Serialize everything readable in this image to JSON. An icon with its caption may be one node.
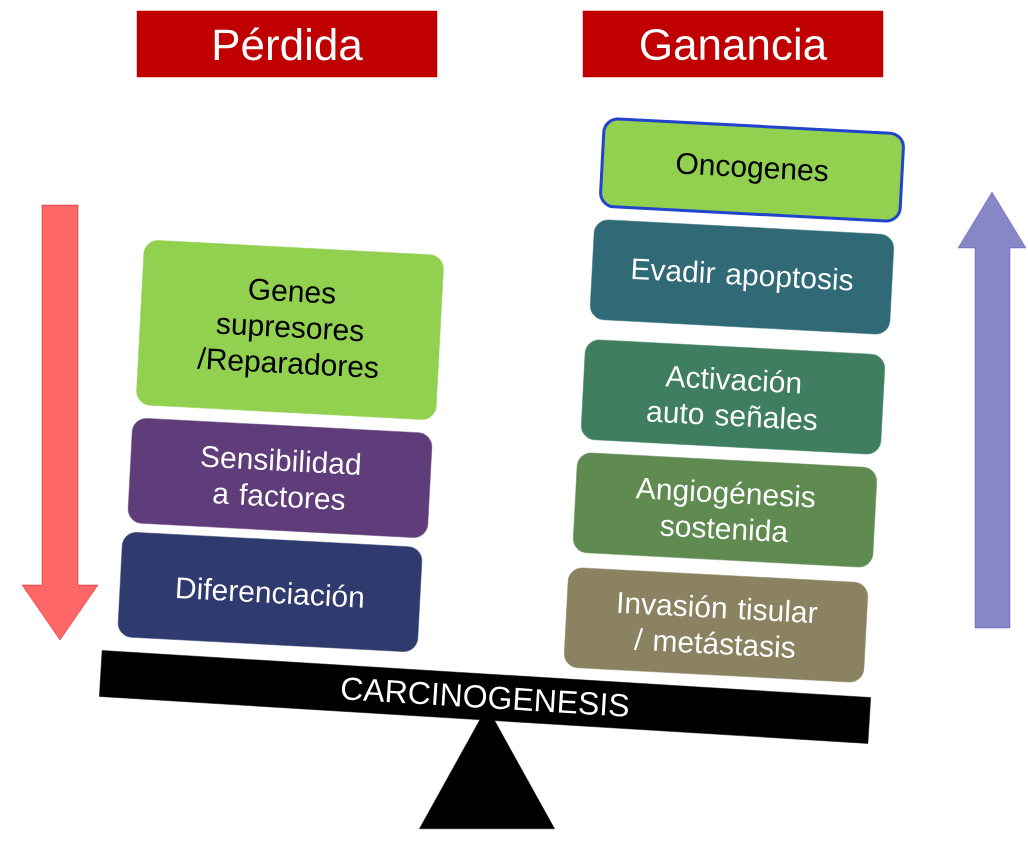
{
  "diagram": {
    "nodes": [
      {
        "text": [
          "Pérdida"
        ]
      },
      {
        "text": [
          "Ganancia"
        ]
      },
      {
        "text": [
          "Genes supresores /Reparadores"
        ]
      },
      {
        "text": [
          "Sensibilidad a factores"
        ]
      },
      {
        "text": [
          "Diferenciación"
        ]
      },
      {
        "text": [
          "Oncogenes"
        ]
      },
      {
        "text": [
          "Evadir apoptosis"
        ]
      },
      {
        "text": [
          "Activación auto señales"
        ]
      },
      {
        "text": [
          "Angiogénesis sostenida"
        ]
      },
      {
        "text": [
          "Invasión tisular / metástasis"
        ]
      },
      {
        "text": [
          "CARCINOGENESIS"
        ]
      },
      {
        "text": [],
        "shape": "triangle"
      }
    ],
    "edges": []
  }
}
